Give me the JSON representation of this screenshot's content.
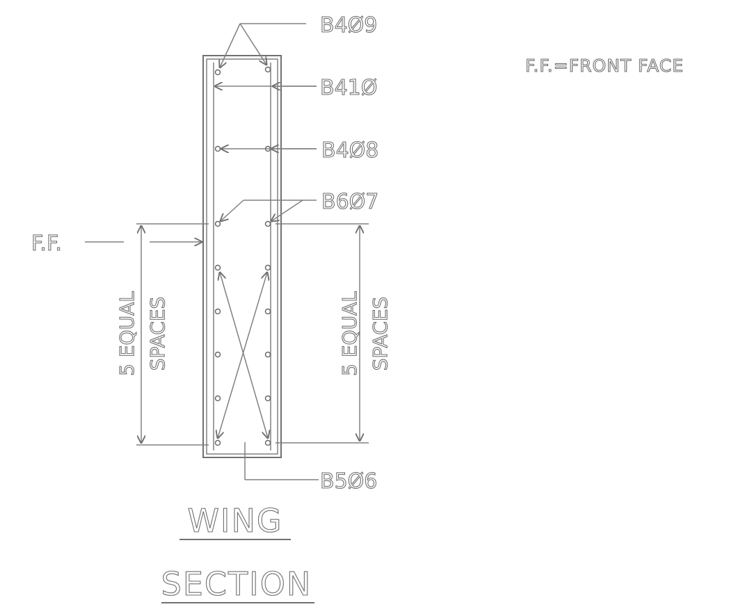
{
  "labels": {
    "b409": "B4Ø9",
    "b410": "B41Ø",
    "b408": "B4Ø8",
    "b607": "B6Ø7",
    "b506": "B5Ø6",
    "ff": "F.F.",
    "legend": "F.F.=FRONT FACE"
  },
  "dimensions": {
    "left_line1": "5 EQUAL",
    "left_line2": "SPACES",
    "right_line1": "5 EQUAL",
    "right_line2": "SPACES"
  },
  "title": {
    "line1": "WING",
    "line2": "SECTION"
  },
  "colors": {
    "ink": "#707070",
    "paper": "#ffffff"
  }
}
